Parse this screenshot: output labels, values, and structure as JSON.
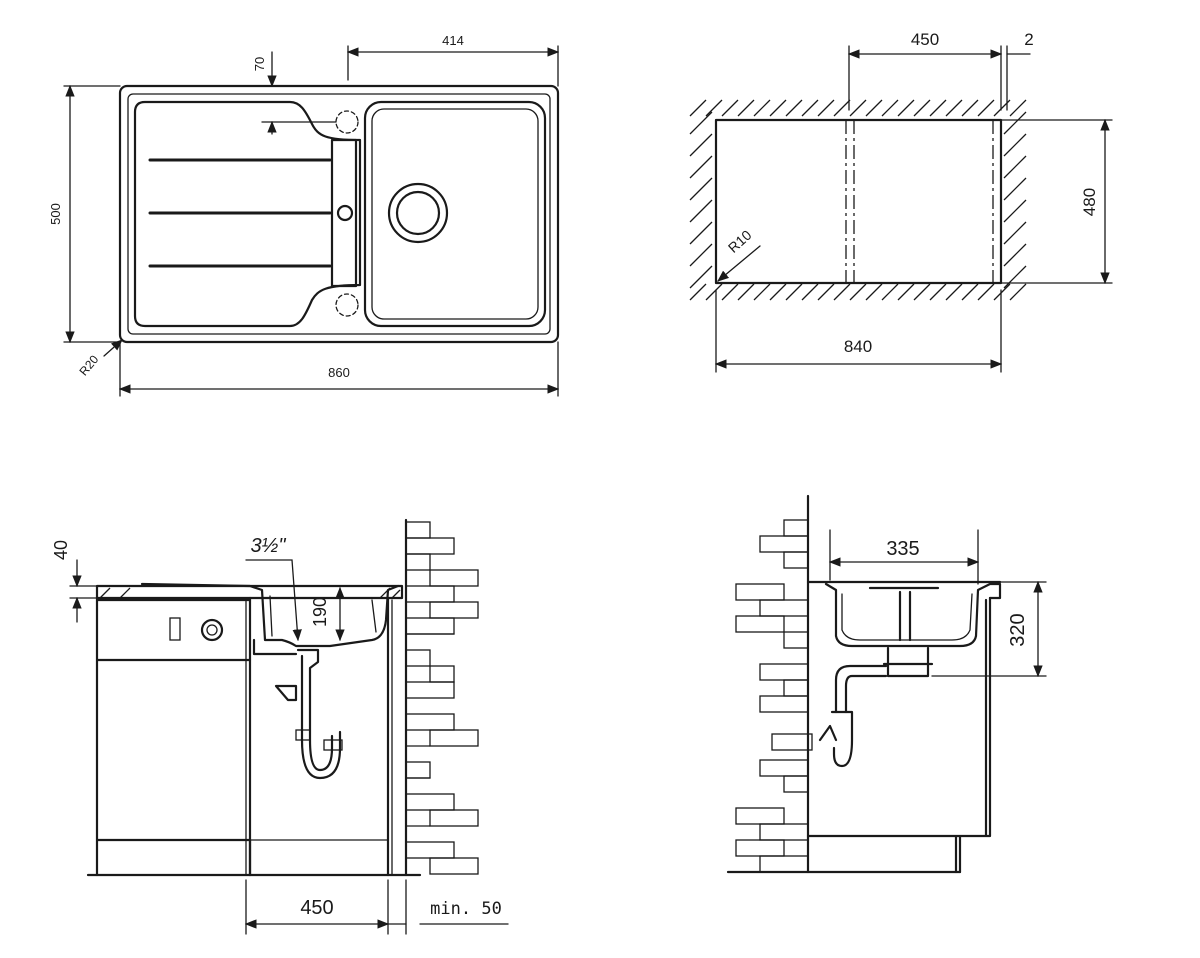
{
  "top_left_view": {
    "dim_overall_width": "860",
    "dim_overall_depth": "500",
    "dim_bowl_offset": "414",
    "dim_drain_offset": "70",
    "dim_corner_radius": "R20"
  },
  "top_right_view": {
    "dim_cutout_width": "840",
    "dim_cutout_depth": "480",
    "dim_bowl_axis": "450",
    "dim_gap": "2",
    "dim_cutout_radius": "R10"
  },
  "bottom_left_view": {
    "dim_lip_height": "40",
    "dim_waste_size": "3½\"",
    "dim_bowl_depth": "190",
    "dim_cabinet_width": "450",
    "dim_wall_gap": "min. 50"
  },
  "bottom_right_view": {
    "dim_bowl_width": "335",
    "dim_drain_height": "320"
  }
}
